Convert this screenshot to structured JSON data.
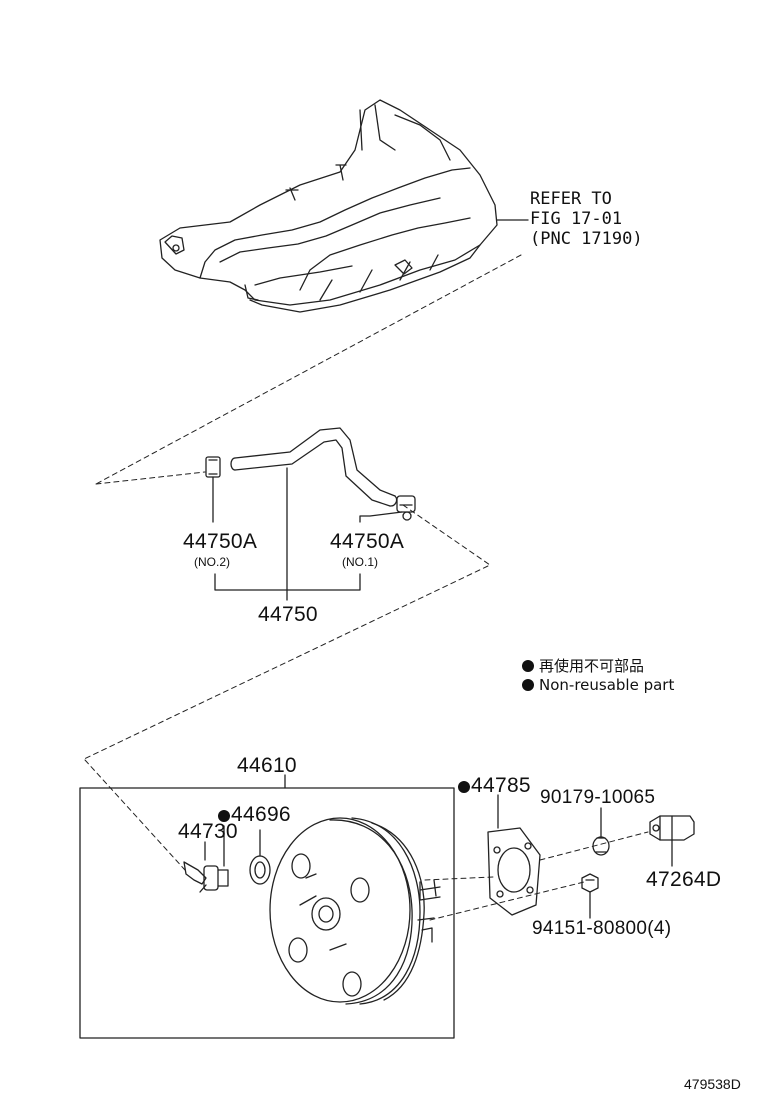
{
  "refer": {
    "line1": "REFER TO",
    "line2": "FIG 17-01",
    "line3": "(PNC 17190)"
  },
  "parts": {
    "p44750A_no2": {
      "number": "44750A",
      "sub": "(NO.2)"
    },
    "p44750A_no1": {
      "number": "44750A",
      "sub": "(NO.1)"
    },
    "p44750": {
      "number": "44750"
    },
    "p44610": {
      "number": "44610"
    },
    "p44696": {
      "number": "44696"
    },
    "p44730": {
      "number": "44730"
    },
    "p44785": {
      "number": "44785"
    },
    "p90179": {
      "number": "90179-10065"
    },
    "p47264D": {
      "number": "47264D"
    },
    "p94151": {
      "number": "94151-80800(4)"
    }
  },
  "legend": {
    "jp": "再使用不可部品",
    "en": "Non-reusable part"
  },
  "figure_id": "479538D"
}
